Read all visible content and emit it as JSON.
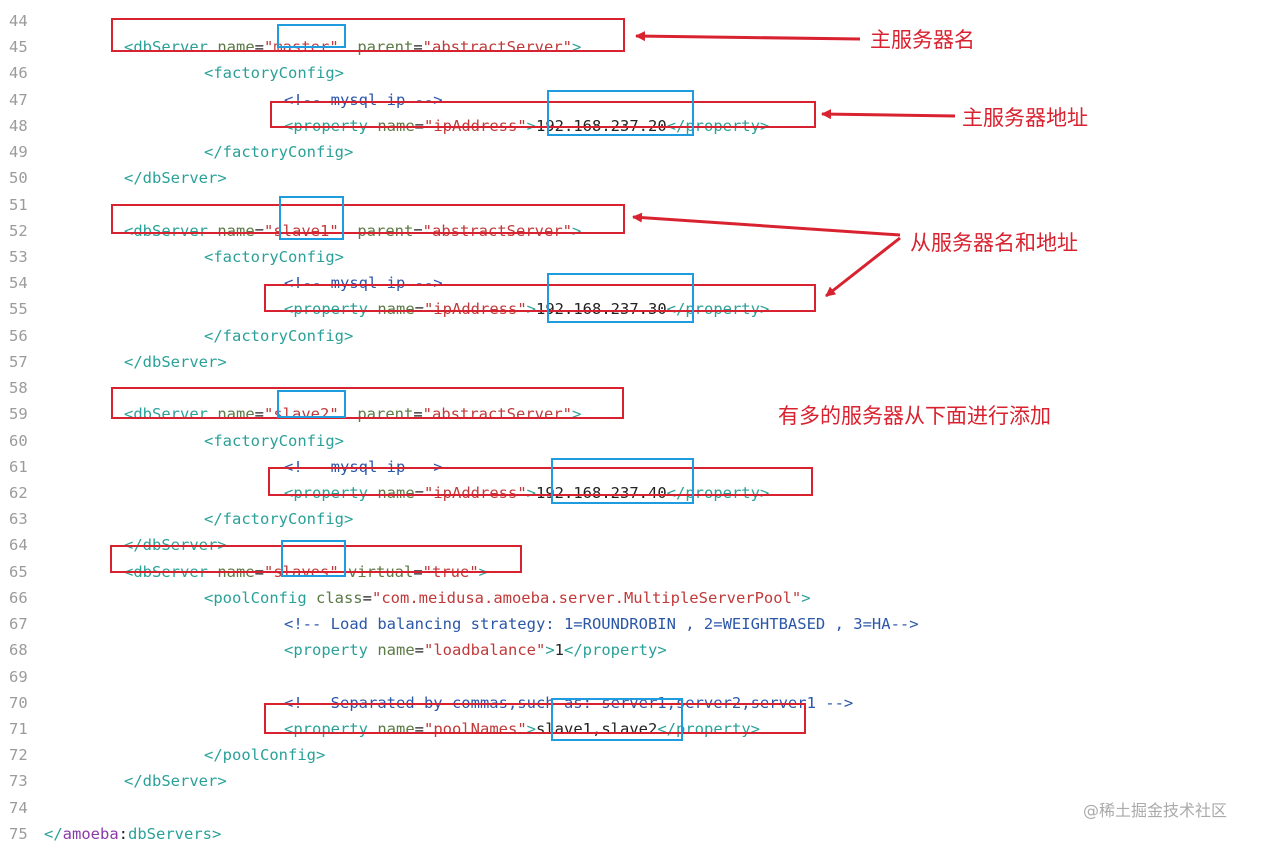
{
  "editor": {
    "lines": [
      {
        "n": "44",
        "indent": 0,
        "tokens": []
      },
      {
        "n": "45",
        "indent": 2,
        "tokens": [
          [
            "tag",
            "<dbServer "
          ],
          [
            "attr",
            "name"
          ],
          [
            "txt",
            "="
          ],
          [
            "val",
            "\"master\""
          ],
          [
            "txt",
            "  "
          ],
          [
            "attr",
            "parent"
          ],
          [
            "txt",
            "="
          ],
          [
            "val",
            "\"abstractServer\""
          ],
          [
            "tag",
            ">"
          ]
        ]
      },
      {
        "n": "46",
        "indent": 4,
        "tokens": [
          [
            "tag",
            "<factoryConfig>"
          ]
        ]
      },
      {
        "n": "47",
        "indent": 6,
        "tokens": [
          [
            "com",
            "<!-- mysql ip -->"
          ]
        ]
      },
      {
        "n": "48",
        "indent": 6,
        "tokens": [
          [
            "tag",
            "<property "
          ],
          [
            "attr",
            "name"
          ],
          [
            "txt",
            "="
          ],
          [
            "val",
            "\"ipAddress\""
          ],
          [
            "tag",
            ">"
          ],
          [
            "txt",
            "192.168.237.20"
          ],
          [
            "tag",
            "</property>"
          ]
        ]
      },
      {
        "n": "49",
        "indent": 4,
        "tokens": [
          [
            "tag",
            "</factoryConfig>"
          ]
        ]
      },
      {
        "n": "50",
        "indent": 2,
        "tokens": [
          [
            "tag",
            "</dbServer>"
          ]
        ]
      },
      {
        "n": "51",
        "indent": 0,
        "tokens": []
      },
      {
        "n": "52",
        "indent": 2,
        "tokens": [
          [
            "tag",
            "<dbServer "
          ],
          [
            "attr",
            "name"
          ],
          [
            "txt",
            "="
          ],
          [
            "val",
            "\"slave1\""
          ],
          [
            "txt",
            "  "
          ],
          [
            "attr",
            "parent"
          ],
          [
            "txt",
            "="
          ],
          [
            "val",
            "\"abstractServer\""
          ],
          [
            "tag",
            ">"
          ]
        ]
      },
      {
        "n": "53",
        "indent": 4,
        "tokens": [
          [
            "tag",
            "<factoryConfig>"
          ]
        ]
      },
      {
        "n": "54",
        "indent": 6,
        "tokens": [
          [
            "com",
            "<!-- mysql ip -->"
          ]
        ]
      },
      {
        "n": "55",
        "indent": 6,
        "tokens": [
          [
            "tag",
            "<property "
          ],
          [
            "attr",
            "name"
          ],
          [
            "txt",
            "="
          ],
          [
            "val",
            "\"ipAddress\""
          ],
          [
            "tag",
            ">"
          ],
          [
            "txt",
            "192.168.237.30"
          ],
          [
            "tag",
            "</property>"
          ]
        ]
      },
      {
        "n": "56",
        "indent": 4,
        "tokens": [
          [
            "tag",
            "</factoryConfig>"
          ]
        ]
      },
      {
        "n": "57",
        "indent": 2,
        "tokens": [
          [
            "tag",
            "</dbServer>"
          ]
        ]
      },
      {
        "n": "58",
        "indent": 0,
        "tokens": []
      },
      {
        "n": "59",
        "indent": 2,
        "tokens": [
          [
            "tag",
            "<dbServer "
          ],
          [
            "attr",
            "name"
          ],
          [
            "txt",
            "="
          ],
          [
            "val",
            "\"slave2\""
          ],
          [
            "txt",
            "  "
          ],
          [
            "attr",
            "parent"
          ],
          [
            "txt",
            "="
          ],
          [
            "val",
            "\"abstractServer\""
          ],
          [
            "tag",
            ">"
          ]
        ]
      },
      {
        "n": "60",
        "indent": 4,
        "tokens": [
          [
            "tag",
            "<factoryConfig>"
          ]
        ]
      },
      {
        "n": "61",
        "indent": 6,
        "tokens": [
          [
            "com",
            "<!-- mysql ip -->"
          ]
        ]
      },
      {
        "n": "62",
        "indent": 6,
        "tokens": [
          [
            "tag",
            "<property "
          ],
          [
            "attr",
            "name"
          ],
          [
            "txt",
            "="
          ],
          [
            "val",
            "\"ipAddress\""
          ],
          [
            "tag",
            ">"
          ],
          [
            "txt",
            "192.168.237.40"
          ],
          [
            "tag",
            "</property>"
          ]
        ]
      },
      {
        "n": "63",
        "indent": 4,
        "tokens": [
          [
            "tag",
            "</factoryConfig>"
          ]
        ]
      },
      {
        "n": "64",
        "indent": 2,
        "tokens": [
          [
            "tag",
            "</dbServer>"
          ]
        ]
      },
      {
        "n": "65",
        "indent": 2,
        "tokens": [
          [
            "tag",
            "<dbServer "
          ],
          [
            "attr",
            "name"
          ],
          [
            "txt",
            "="
          ],
          [
            "val",
            "\"slaves\""
          ],
          [
            "txt",
            " "
          ],
          [
            "attr",
            "virtual"
          ],
          [
            "txt",
            "="
          ],
          [
            "val",
            "\"true\""
          ],
          [
            "tag",
            ">"
          ]
        ]
      },
      {
        "n": "66",
        "indent": 4,
        "tokens": [
          [
            "tag",
            "<poolConfig "
          ],
          [
            "attr",
            "class"
          ],
          [
            "txt",
            "="
          ],
          [
            "val",
            "\"com.meidusa.amoeba.server.MultipleServerPool\""
          ],
          [
            "tag",
            ">"
          ]
        ]
      },
      {
        "n": "67",
        "indent": 6,
        "tokens": [
          [
            "com",
            "<!-- Load balancing strategy: 1=ROUNDROBIN , 2=WEIGHTBASED , 3=HA-->"
          ]
        ]
      },
      {
        "n": "68",
        "indent": 6,
        "tokens": [
          [
            "tag",
            "<property "
          ],
          [
            "attr",
            "name"
          ],
          [
            "txt",
            "="
          ],
          [
            "val",
            "\"loadbalance\""
          ],
          [
            "tag",
            ">"
          ],
          [
            "txt",
            "1"
          ],
          [
            "tag",
            "</property>"
          ]
        ]
      },
      {
        "n": "69",
        "indent": 0,
        "tokens": []
      },
      {
        "n": "70",
        "indent": 6,
        "tokens": [
          [
            "com",
            "<!-- Separated by commas,such as: server1,server2,server1 -->"
          ]
        ]
      },
      {
        "n": "71",
        "indent": 6,
        "tokens": [
          [
            "tag",
            "<property "
          ],
          [
            "attr",
            "name"
          ],
          [
            "txt",
            "="
          ],
          [
            "val",
            "\"poolNames\""
          ],
          [
            "tag",
            ">"
          ],
          [
            "txt",
            "slave1,slave2"
          ],
          [
            "tag",
            "</property>"
          ]
        ]
      },
      {
        "n": "72",
        "indent": 4,
        "tokens": [
          [
            "tag",
            "</poolConfig>"
          ]
        ]
      },
      {
        "n": "73",
        "indent": 2,
        "tokens": [
          [
            "tag",
            "</dbServer>"
          ]
        ]
      },
      {
        "n": "74",
        "indent": 0,
        "tokens": []
      },
      {
        "n": "75",
        "indent": 0,
        "tokens": [
          [
            "tag",
            "</"
          ],
          [
            "ns",
            "amoeba"
          ],
          [
            "txt",
            ":"
          ],
          [
            "tagt",
            "dbServers"
          ],
          [
            "tag",
            ">"
          ]
        ]
      }
    ]
  },
  "annotations": {
    "master_name": "主服务器名",
    "master_address": "主服务器地址",
    "slave_name_address": "从服务器名和地址",
    "add_more": "有多的服务器从下面进行添加"
  },
  "colors": {
    "highlight_red": "#d9222f",
    "highlight_blue": "#1f9be0",
    "tag": "#2aa198",
    "attribute": "#5b7a45",
    "value": "#c03a3a",
    "comment": "#2b57a8"
  },
  "watermark": "@稀土掘金技术社区"
}
